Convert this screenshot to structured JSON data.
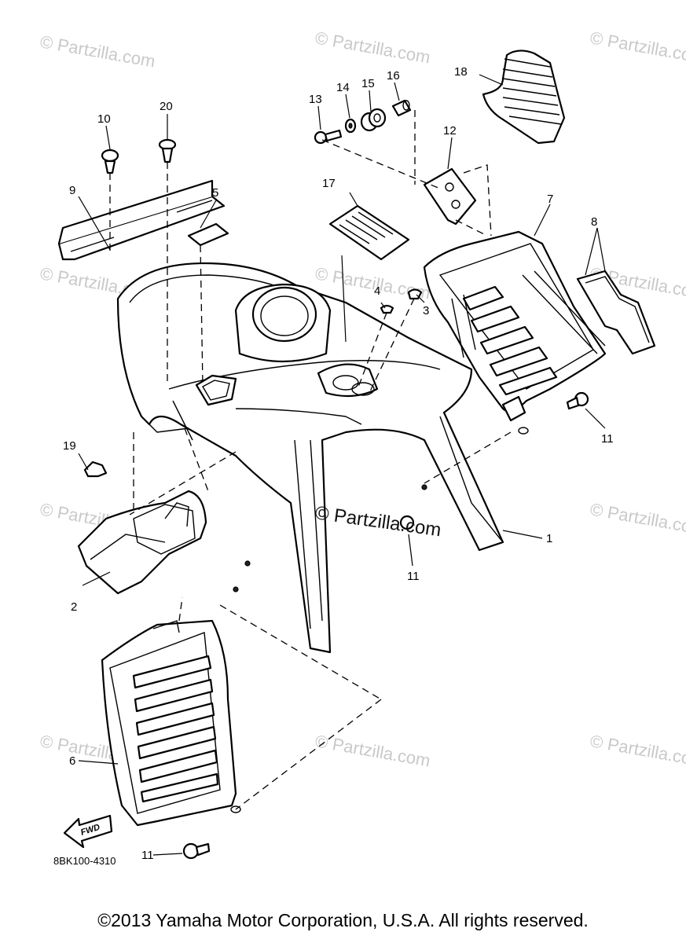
{
  "diagram_code": "8BK100-4310",
  "fwd_label": "FWD",
  "copyright": "©2013 Yamaha Motor Corporation, U.S.A. All rights reserved.",
  "watermark": "© Partzilla.com",
  "watermark_center": "© Partzilla.com",
  "callouts": {
    "c1": "1",
    "c2": "2",
    "c3": "3",
    "c4": "4",
    "c5": "5",
    "c6": "6",
    "c7": "7",
    "c8": "8",
    "c9": "9",
    "c10": "10",
    "c11a": "11",
    "c11b": "11",
    "c11c": "11",
    "c12": "12",
    "c13": "13",
    "c14": "14",
    "c15": "15",
    "c16": "16",
    "c17": "17",
    "c18": "18",
    "c19": "19",
    "c20": "20"
  }
}
